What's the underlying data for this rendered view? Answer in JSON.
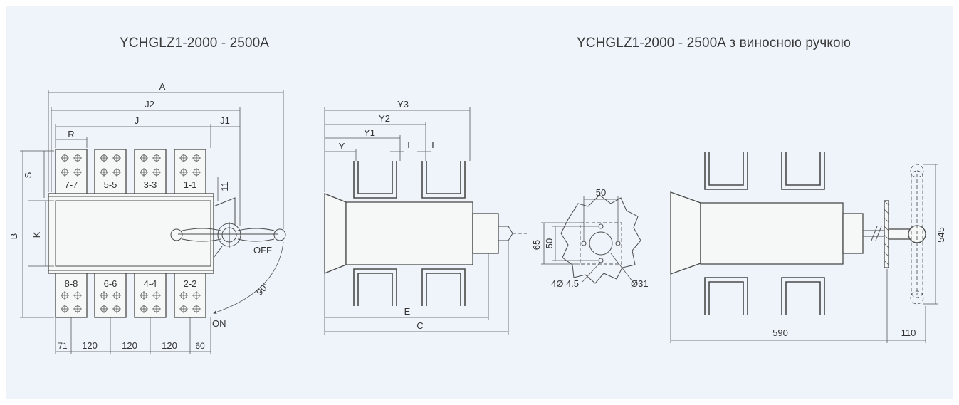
{
  "titles": {
    "left": "YCHGLZ1-2000 - 2500A",
    "right": "YCHGLZ1-2000 - 2500A з виносною ручкою"
  },
  "front_view": {
    "dims": {
      "A": "A",
      "J2": "J2",
      "J": "J",
      "J1": "J1",
      "R": "R",
      "S": "S",
      "B": "B",
      "K": "K",
      "h11": "11",
      "pitch_71": "71",
      "pitch_120a": "120",
      "pitch_120b": "120",
      "pitch_120c": "120",
      "pitch_60": "60"
    },
    "poles_top": [
      "7-7",
      "5-5",
      "3-3",
      "1-1"
    ],
    "poles_bottom": [
      "8-8",
      "6-6",
      "4-4",
      "2-2"
    ],
    "labels": {
      "off": "OFF",
      "on": "ON",
      "angle": "90°"
    }
  },
  "side_view": {
    "dims": {
      "Y3": "Y3",
      "Y2": "Y2",
      "Y1": "Y1",
      "Y": "Y",
      "T1": "T",
      "T2": "T",
      "E": "E",
      "C": "C"
    }
  },
  "cutout_detail": {
    "dims": {
      "w50": "50",
      "h50": "50",
      "h65": "65",
      "holes": "4Ø 4.5",
      "dia": "Ø31"
    }
  },
  "remote_handle_view": {
    "dims": {
      "d590": "590",
      "d110": "110",
      "d545": "545"
    }
  },
  "colors": {
    "panel": "#eef4fa",
    "line": "#4a4a4a",
    "text": "#333333"
  }
}
